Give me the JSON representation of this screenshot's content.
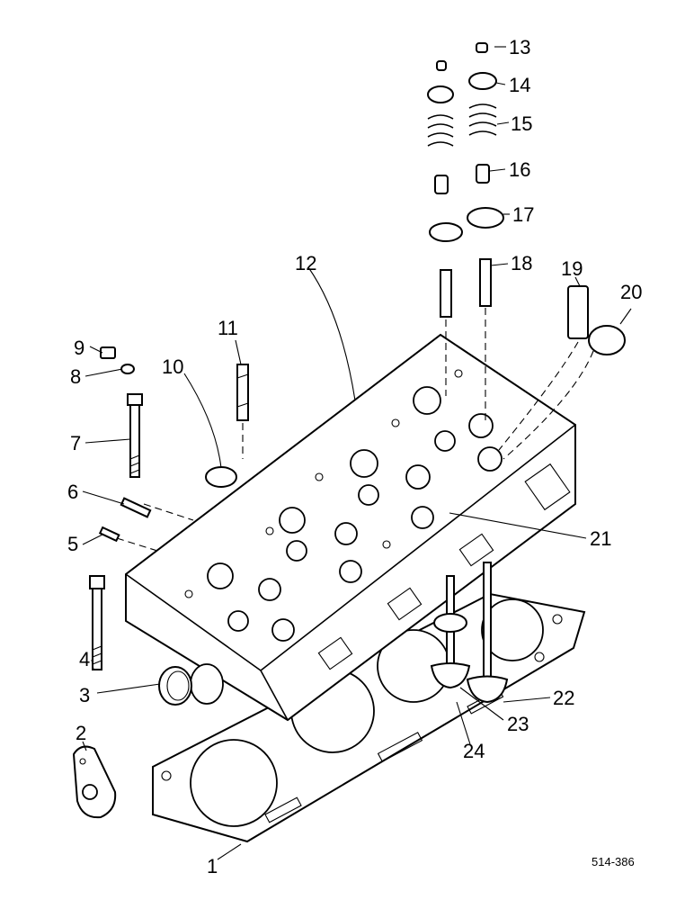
{
  "callouts": [
    {
      "id": "1",
      "label": "1"
    },
    {
      "id": "2",
      "label": "2"
    },
    {
      "id": "3",
      "label": "3"
    },
    {
      "id": "4",
      "label": "4"
    },
    {
      "id": "5",
      "label": "5"
    },
    {
      "id": "6",
      "label": "6"
    },
    {
      "id": "7",
      "label": "7"
    },
    {
      "id": "8",
      "label": "8"
    },
    {
      "id": "9",
      "label": "9"
    },
    {
      "id": "10",
      "label": "10"
    },
    {
      "id": "11",
      "label": "11"
    },
    {
      "id": "12",
      "label": "12"
    },
    {
      "id": "13",
      "label": "13"
    },
    {
      "id": "14",
      "label": "14"
    },
    {
      "id": "15",
      "label": "15"
    },
    {
      "id": "16",
      "label": "16"
    },
    {
      "id": "17",
      "label": "17"
    },
    {
      "id": "18",
      "label": "18"
    },
    {
      "id": "19",
      "label": "19"
    },
    {
      "id": "20",
      "label": "20"
    },
    {
      "id": "21",
      "label": "21"
    },
    {
      "id": "22",
      "label": "22"
    },
    {
      "id": "23",
      "label": "23"
    },
    {
      "id": "24",
      "label": "24"
    }
  ],
  "reference_code": "514-386"
}
